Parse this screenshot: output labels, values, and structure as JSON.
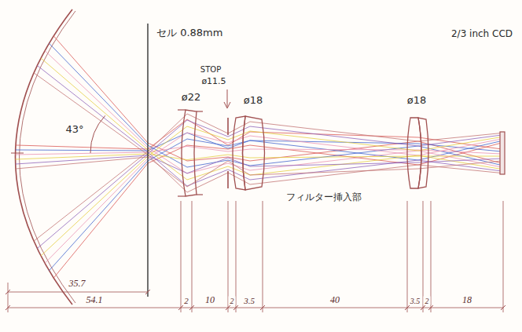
{
  "diagram": {
    "labels": [
      "セル 0.88mm",
      "43°",
      "ø22",
      "STOP",
      "ø11.5",
      "ø18",
      "ø18",
      "2/3 inch CCD",
      "フィルター挿入部",
      "35.7",
      "54.1",
      "2",
      "10",
      "2",
      "3.5",
      "40",
      "3.5",
      "2",
      "18"
    ]
  }
}
